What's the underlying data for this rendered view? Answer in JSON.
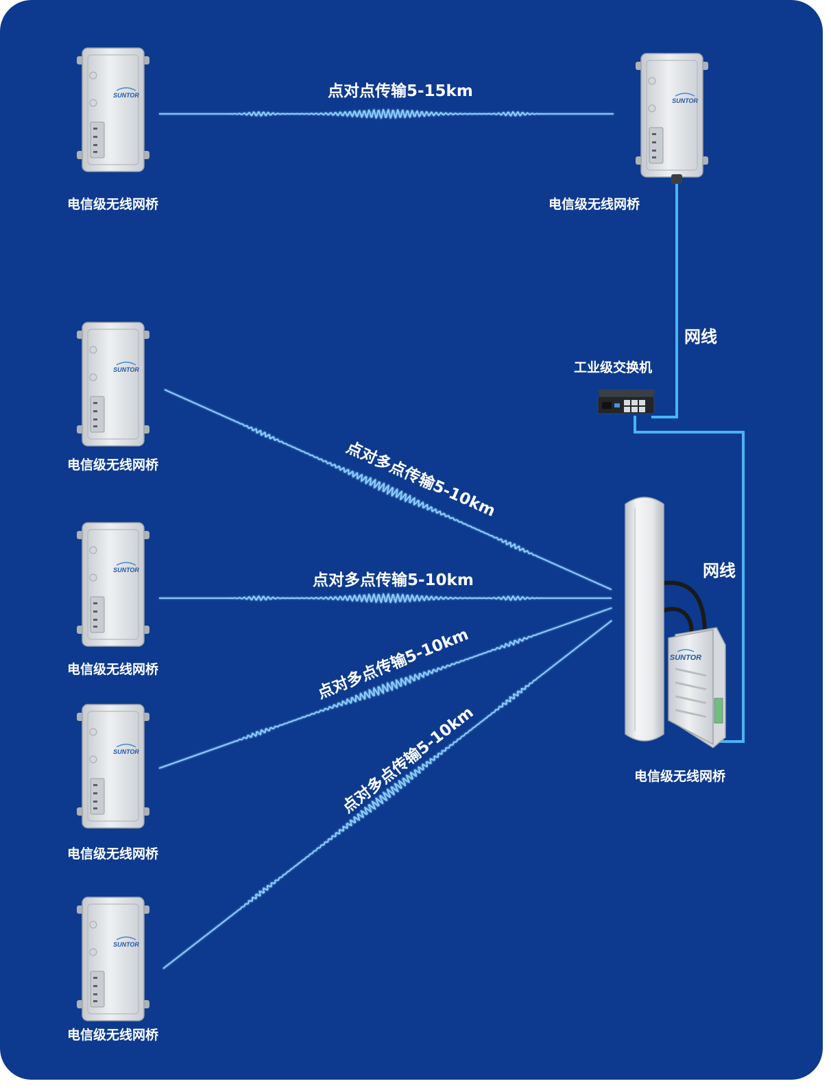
{
  "colors": {
    "background": "#0d3a8e",
    "signal": "#8fd0ff",
    "cable": "#49b4f5",
    "device_body": "#dcdfe3",
    "label_text": "#ffffff"
  },
  "devices": {
    "bridge_label": "电信级无线网桥",
    "switch_label": "工业级交换机",
    "brand_logo": "SUNTOR"
  },
  "links": {
    "point_to_point": "点对点传输5-15km",
    "point_to_multipoint": "点对多点传输5-10km"
  },
  "cables": {
    "label": "网线"
  }
}
